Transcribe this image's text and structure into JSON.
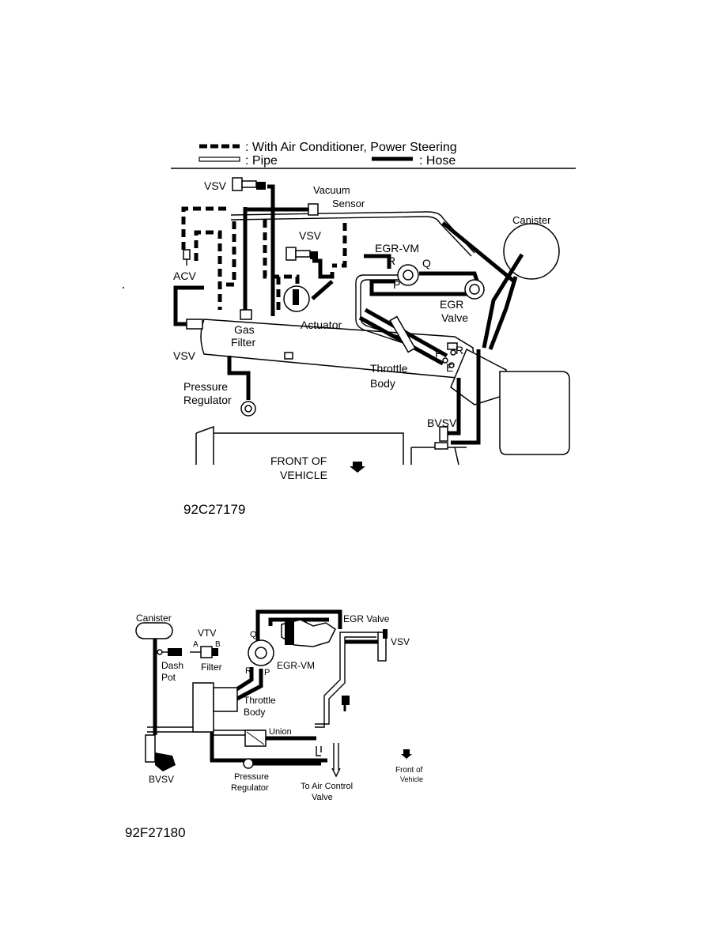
{
  "diagram1": {
    "legend": {
      "dashed": ": With Air Conditioner, Power Steering",
      "pipe": ": Pipe",
      "hose": ": Hose"
    },
    "labels": {
      "vsv_top": "VSV",
      "vacuum": "Vacuum",
      "sensor": "Sensor",
      "canister": "Canister",
      "vsv_mid": "VSV",
      "egr_vm": "EGR-VM",
      "r": "R",
      "q": "Q",
      "p": "P",
      "acv": "ACV",
      "egr": "EGR",
      "valve": "Valve",
      "actuator": "Actuator",
      "gas": "Gas",
      "filter": "Filter",
      "vsv_left": "VSV",
      "p2": "P",
      "r2": "R",
      "e": "E",
      "throttle": "Throttle",
      "body": "Body",
      "pressure": "Pressure",
      "regulator": "Regulator",
      "bvsv": "BVSV",
      "front_of": "FRONT OF",
      "vehicle": "VEHICLE"
    },
    "code": "92C27179"
  },
  "diagram2": {
    "labels": {
      "canister": "Canister",
      "vtv": "VTV",
      "a": "A",
      "b": "B",
      "dash": "Dash",
      "pot": "Pot",
      "filter": "Filter",
      "q": "Q",
      "r": "R",
      "p": "P",
      "egr_vm": "EGR-VM",
      "egr_valve": "EGR Valve",
      "vsv": "VSV",
      "throttle": "Throttle",
      "body": "Body",
      "union": "Union",
      "bvsv": "BVSV",
      "pressure": "Pressure",
      "regulator": "Regulator",
      "to_air_control": "To Air Control",
      "valve": "Valve",
      "front_of": "Front of",
      "vehicle": "Vehicle"
    },
    "code": "92F27180"
  }
}
